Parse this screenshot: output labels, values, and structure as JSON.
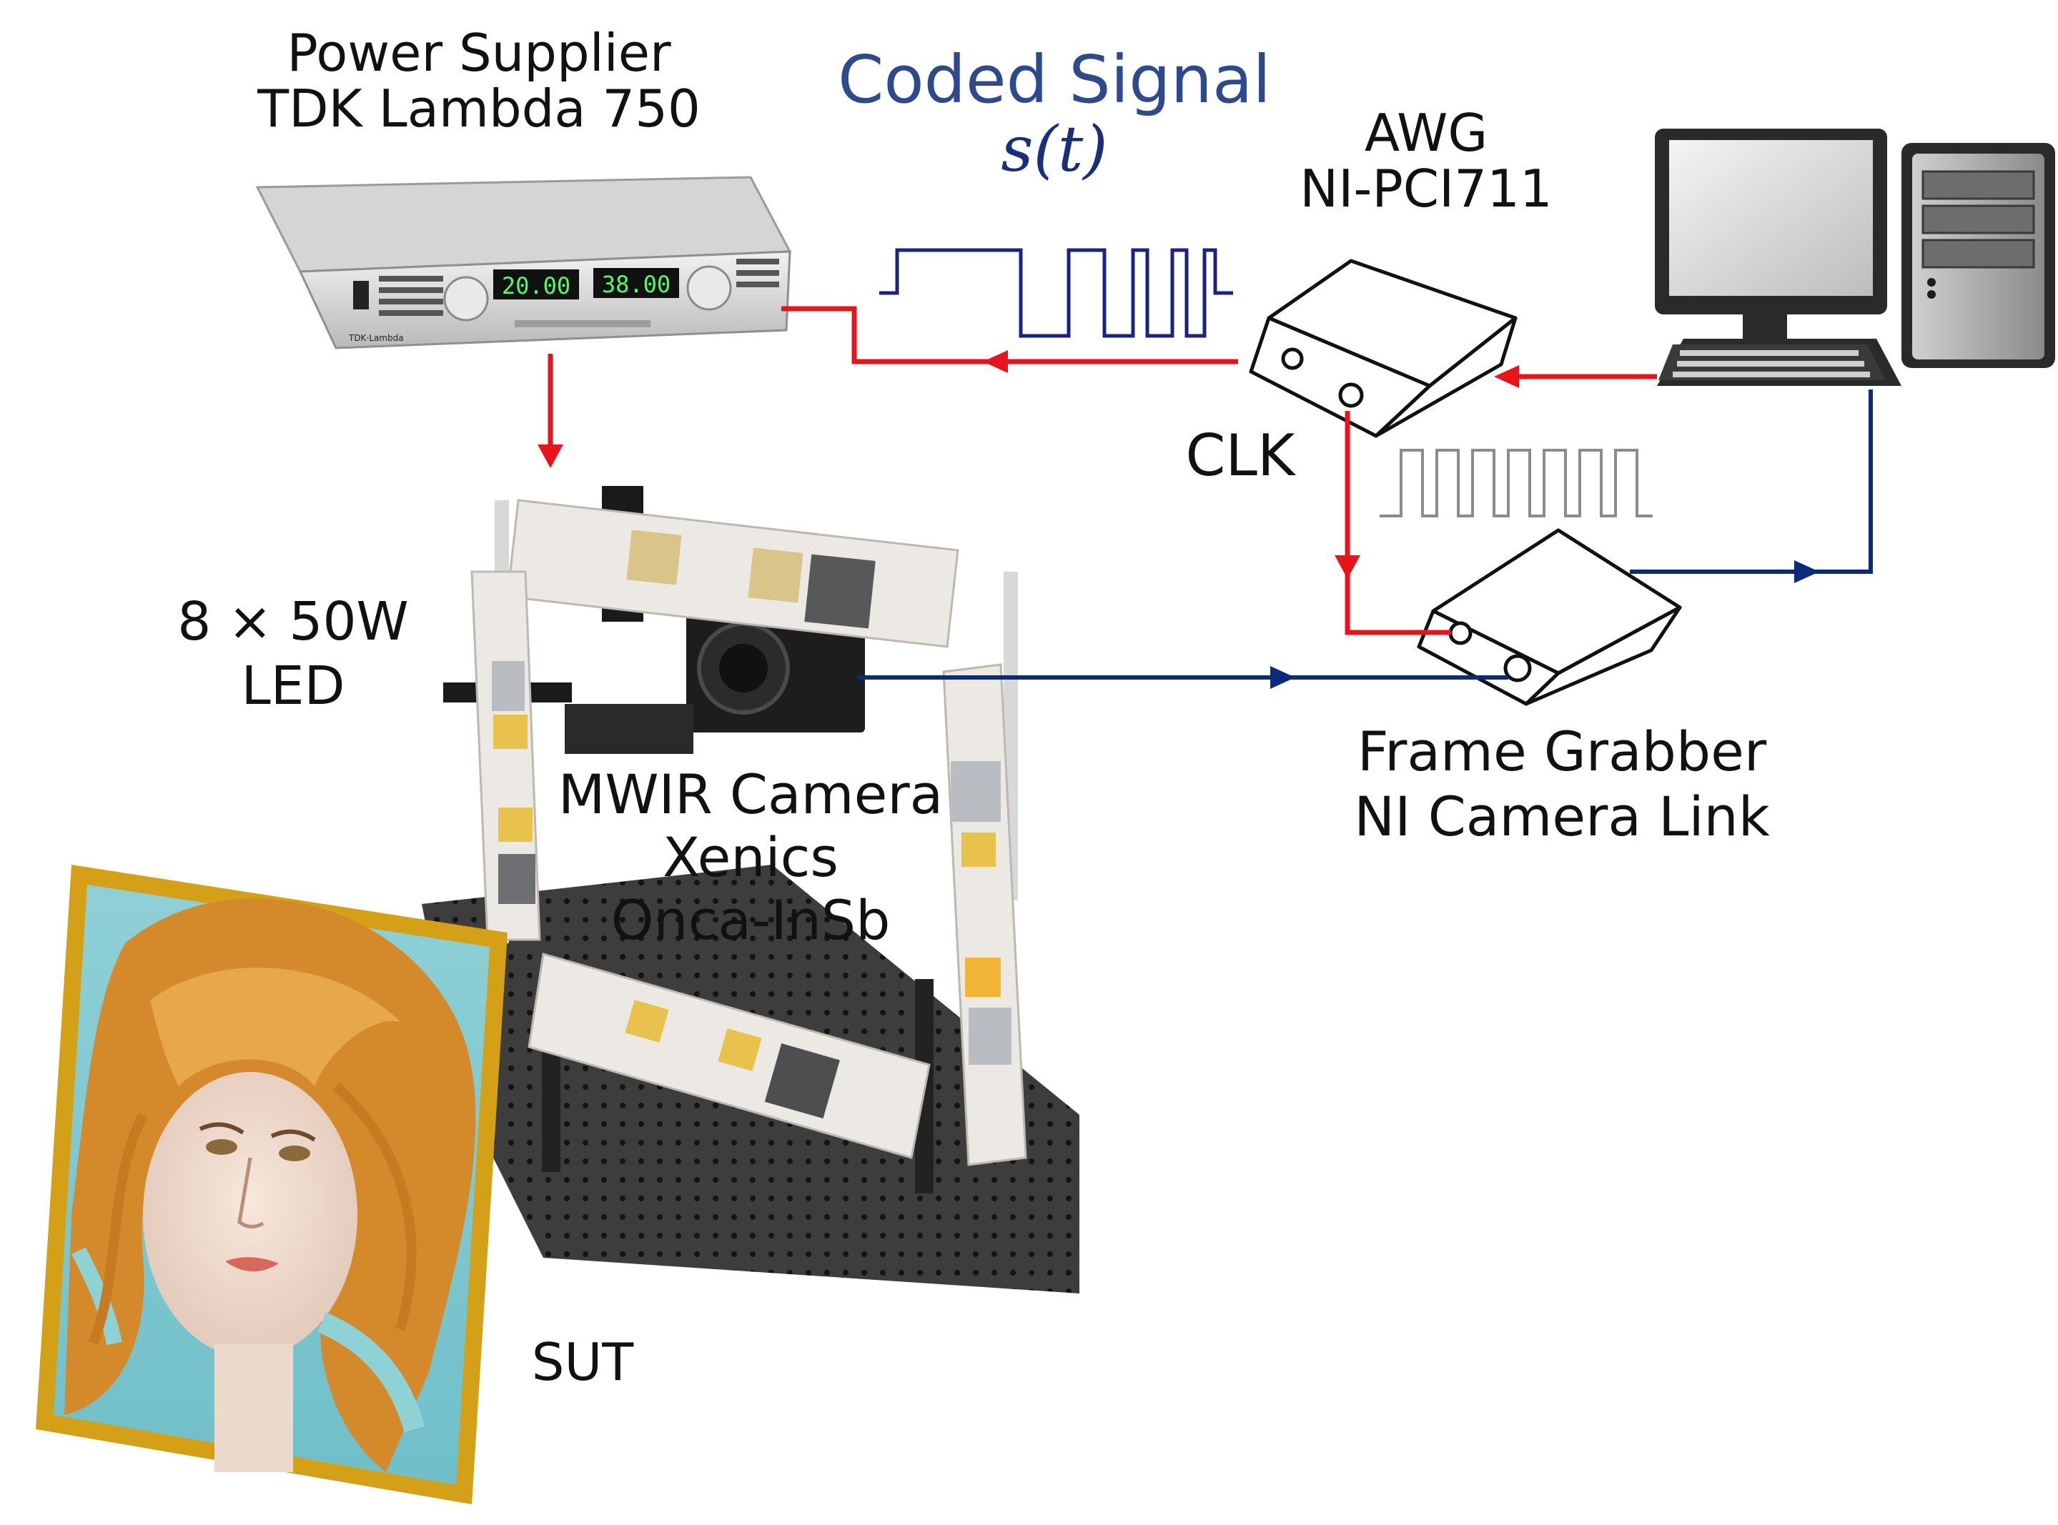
{
  "labels": {
    "power_supplier": {
      "line1": "Power Supplier",
      "line2": "TDK Lambda 750"
    },
    "coded_signal": {
      "line1": "Coded Signal",
      "line2": "s(t)"
    },
    "awg": {
      "line1": "AWG",
      "line2": "NI-PCI711"
    },
    "clk": "CLK",
    "led": {
      "line1": "8 × 50W",
      "line2": "LED"
    },
    "camera": {
      "line1": "MWIR Camera",
      "line2": "Xenics",
      "line3": "Onca-InSb"
    },
    "frame_grabber": {
      "line1": "Frame Grabber",
      "line2": "NI Camera Link"
    },
    "sut": "SUT"
  },
  "device_text": {
    "display_voltage": "20.00",
    "display_current": "38.00",
    "brand": "TDK·Lambda"
  },
  "colors": {
    "power_line": "#e8141c",
    "data_line": "#0d2a7a",
    "coded_signal": "#1a237e",
    "clk_signal": "#8c8c8c",
    "coded_title": "#2e4a8c",
    "frame": "#d4a017"
  }
}
